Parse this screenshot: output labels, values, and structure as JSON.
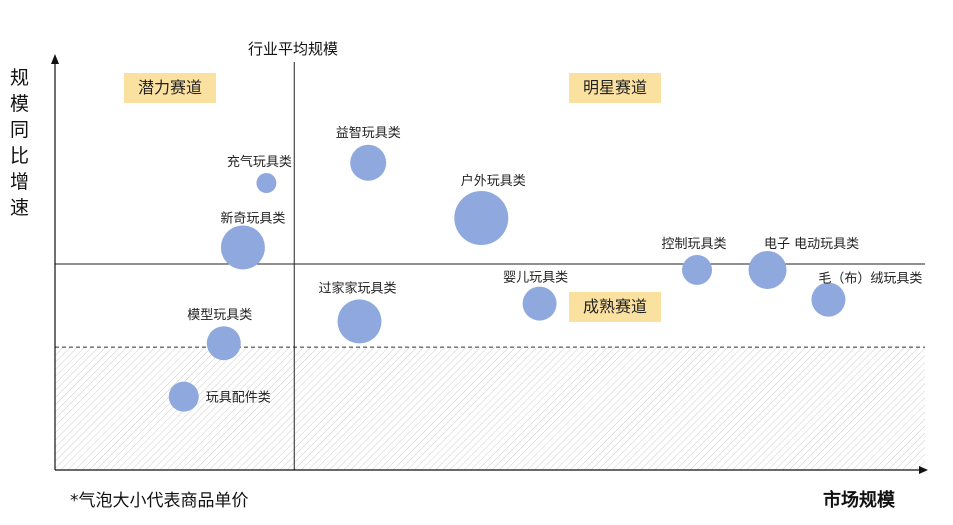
{
  "chart_data": {
    "type": "bubble",
    "xlabel": "市场规模",
    "ylabel": "规模同比增速",
    "reference_line_label": "行业平均规模",
    "footnote": "*气泡大小代表商品单价",
    "quadrants": [
      {
        "id": "potential",
        "label": "潜力赛道"
      },
      {
        "id": "star",
        "label": "明星赛道"
      },
      {
        "id": "mature",
        "label": "成熟赛道"
      }
    ],
    "color": "#8fa9df",
    "points": [
      {
        "name": "益智玩具类",
        "x": 0.36,
        "y": 0.55,
        "size": 18
      },
      {
        "name": "充气玩具类",
        "x": 0.243,
        "y": 0.44,
        "size": 10
      },
      {
        "name": "户外玩具类",
        "x": 0.49,
        "y": 0.25,
        "size": 27
      },
      {
        "name": "新奇玩具类",
        "x": 0.216,
        "y": 0.09,
        "size": 22
      },
      {
        "name": "控制玩具类",
        "x": 0.738,
        "y": -0.03,
        "size": 15
      },
      {
        "name": "电子 电动玩具类",
        "x": 0.819,
        "y": -0.03,
        "size": 19
      },
      {
        "name": "毛（布）绒玩具类",
        "x": 0.889,
        "y": -0.18,
        "size": 17
      },
      {
        "name": "婴儿玩具类",
        "x": 0.557,
        "y": -0.2,
        "size": 17
      },
      {
        "name": "过家家玩具类",
        "x": 0.35,
        "y": -0.29,
        "size": 22
      },
      {
        "name": "模型玩具类",
        "x": 0.194,
        "y": -0.4,
        "size": 17
      },
      {
        "name": "玩具配件类",
        "x": 0.148,
        "y": -0.67,
        "size": 15
      }
    ],
    "xlim": [
      0,
      1
    ],
    "ylim": [
      -1,
      1
    ],
    "x_average": 0.275,
    "y_average": 0,
    "lower_threshold": -0.42
  }
}
